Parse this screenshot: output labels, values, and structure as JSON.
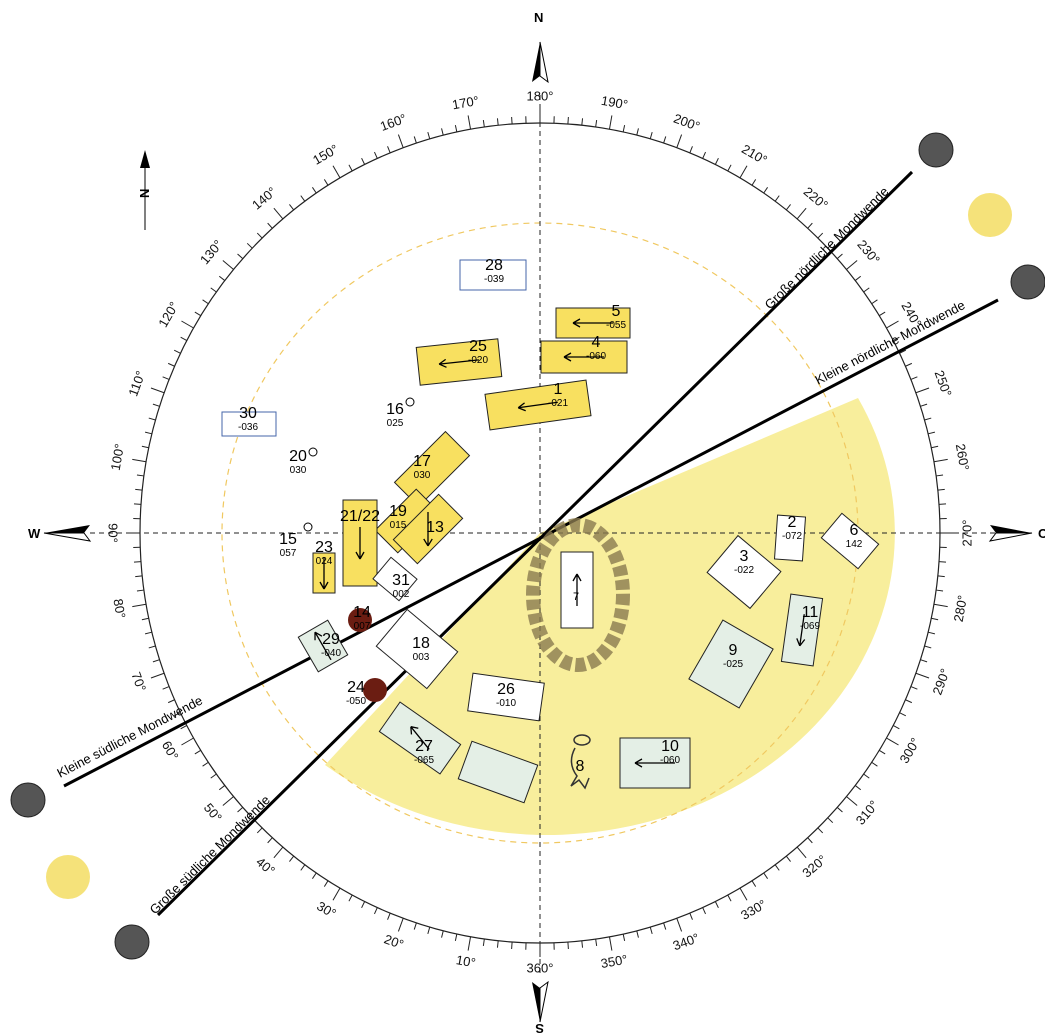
{
  "compass": {
    "north": "N",
    "south": "S",
    "west": "W",
    "east": "O",
    "small_north": "N",
    "degree_labels": [
      "360°",
      "10°",
      "20°",
      "30°",
      "40°",
      "50°",
      "60°",
      "70°",
      "80°",
      "90°",
      "100°",
      "110°",
      "120°",
      "130°",
      "140°",
      "150°",
      "160°",
      "170°",
      "180°",
      "190°",
      "200°",
      "210°",
      "220°",
      "230°",
      "240°",
      "250°",
      "260°",
      "270°",
      "280°",
      "290°",
      "300°",
      "310°",
      "320°",
      "330°",
      "340°",
      "350°"
    ]
  },
  "lines": [
    {
      "id": "gross-noerdlich",
      "label": "Große nördliche Mondwende"
    },
    {
      "id": "klein-noerdlich",
      "label": "Kleine nördliche Mondwende"
    },
    {
      "id": "klein-suedlich",
      "label": "Kleine südliche Mondwende"
    },
    {
      "id": "gross-suedlich",
      "label": "Große südliche Mondwende"
    }
  ],
  "graves": [
    {
      "num": "28",
      "val": "-039"
    },
    {
      "num": "5",
      "val": "-055"
    },
    {
      "num": "4",
      "val": "-060"
    },
    {
      "num": "25",
      "val": "-020"
    },
    {
      "num": "1",
      "val": "-021"
    },
    {
      "num": "30",
      "val": "-036"
    },
    {
      "num": "16",
      "val": "025"
    },
    {
      "num": "20",
      "val": "030"
    },
    {
      "num": "17",
      "val": "030"
    },
    {
      "num": "19",
      "val": "015"
    },
    {
      "num": "21/22",
      "val": ""
    },
    {
      "num": "13",
      "val": ""
    },
    {
      "num": "15",
      "val": "057"
    },
    {
      "num": "23",
      "val": "024"
    },
    {
      "num": "31",
      "val": "002"
    },
    {
      "num": "2",
      "val": "-072"
    },
    {
      "num": "6",
      "val": "142"
    },
    {
      "num": "3",
      "val": "-022"
    },
    {
      "num": "11",
      "val": "-069"
    },
    {
      "num": "9",
      "val": "-025"
    },
    {
      "num": "18",
      "val": "003"
    },
    {
      "num": "29",
      "val": "-040"
    },
    {
      "num": "14",
      "val": "007"
    },
    {
      "num": "24",
      "val": "-050"
    },
    {
      "num": "26",
      "val": "-010"
    },
    {
      "num": "27",
      "val": "-065"
    },
    {
      "num": "10",
      "val": "-060"
    },
    {
      "num": "8",
      "val": ""
    },
    {
      "num": "7",
      "val": ""
    }
  ],
  "colors": {
    "highlight": "#f8ee9c",
    "sun": "#f5e27a",
    "moon": "#444444",
    "boulder": "#6b1d12"
  }
}
